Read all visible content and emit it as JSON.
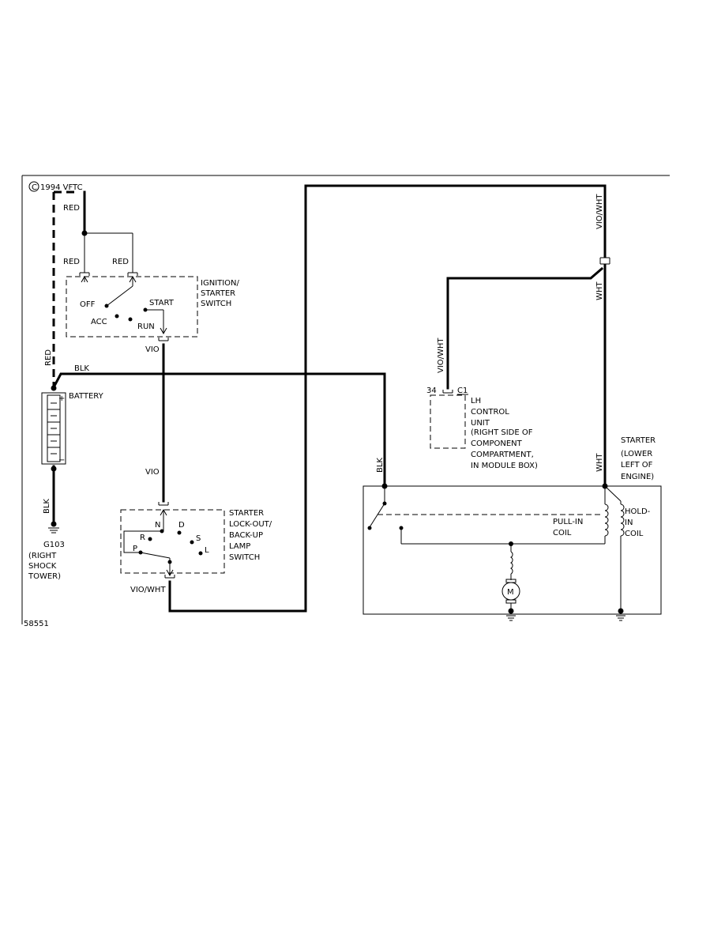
{
  "copyright": "1994 VFTC",
  "copyright_symbol": "C",
  "figure_id": "58551",
  "wire_labels": {
    "red_top": "RED",
    "red_left": "RED",
    "red_right": "RED",
    "red_vertical": "RED",
    "blk_top": "BLK",
    "vio_switch_out": "VIO",
    "vio_mid": "VIO",
    "vio_wht_lockout": "VIO/WHT",
    "blk_ground": "BLK",
    "blk_starter": "BLK",
    "vio_wht_right": "VIO/WHT",
    "wht_upper": "WHT",
    "vio_wht_control": "VIO/WHT",
    "wht_starter": "WHT"
  },
  "ignition_switch": {
    "name_lines": [
      "IGNITION/",
      "STARTER",
      "SWITCH"
    ],
    "positions": {
      "off": "OFF",
      "acc": "ACC",
      "start": "START",
      "run": "RUN"
    }
  },
  "battery": {
    "label": "BATTERY",
    "plus": "+",
    "minus": "−"
  },
  "ground": {
    "id": "G103",
    "location_lines": [
      "(RIGHT",
      "SHOCK",
      "TOWER)"
    ]
  },
  "lockout_switch": {
    "name_lines": [
      "STARTER",
      "LOCK-OUT/",
      "BACK-UP",
      "LAMP",
      "SWITCH"
    ],
    "positions": {
      "n": "N",
      "d": "D",
      "r": "R",
      "s": "S",
      "p": "P",
      "l": "L"
    }
  },
  "control_unit": {
    "pin": "34",
    "connector": "C1",
    "name_lines": [
      "LH",
      "CONTROL",
      "UNIT"
    ],
    "location_lines": [
      "(RIGHT SIDE OF",
      "COMPONENT",
      "COMPARTMENT,",
      "IN MODULE BOX)"
    ]
  },
  "starter": {
    "name_lines": [
      "STARTER",
      "(LOWER",
      "LEFT OF",
      "ENGINE)"
    ],
    "pull_in_lines": [
      "PULL-IN",
      "COIL"
    ],
    "hold_in_lines": [
      "HOLD-",
      "IN",
      "COIL"
    ],
    "motor_letter": "M"
  }
}
